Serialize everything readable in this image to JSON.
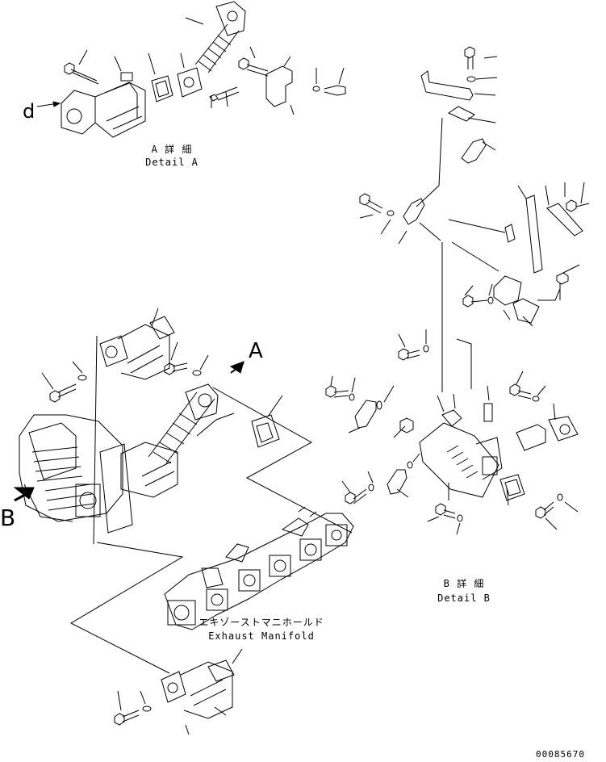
{
  "labels": {
    "detail_a_jp": "A 詳 細",
    "detail_a_en": "Detail A",
    "detail_b_jp": "B 詳 細",
    "detail_b_en": "Detail B",
    "manifold_jp": "エキゾーストマニホールド",
    "manifold_en": "Exhaust Manifold",
    "view_a": "A",
    "view_b": "B",
    "view_d": "d",
    "drawing_number": "00085670"
  }
}
